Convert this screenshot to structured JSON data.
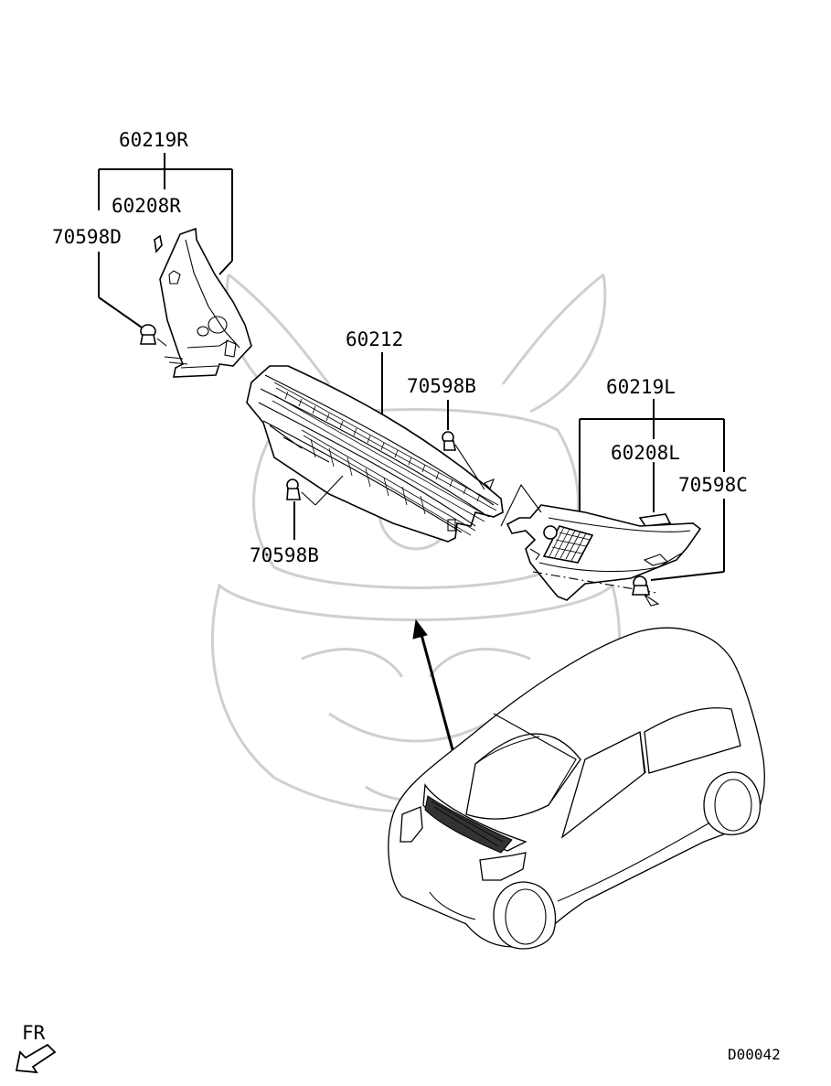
{
  "labels": {
    "p60219R": "60219R",
    "p60208R": "60208R",
    "p70598D": "70598D",
    "p60212": "60212",
    "p70598B_top": "70598B",
    "p70598B_bottom": "70598B",
    "p60219L": "60219L",
    "p60208L": "60208L",
    "p70598C": "70598C"
  },
  "footer": {
    "direction": "FR",
    "diagram_code": "D00042"
  },
  "icons": {
    "front_direction": "arrow-down-left-icon",
    "watermark": "samurai-helmet-watermark-icon"
  },
  "colors": {
    "line": "#000000",
    "background": "#ffffff",
    "watermark": "#cfcfcf"
  }
}
